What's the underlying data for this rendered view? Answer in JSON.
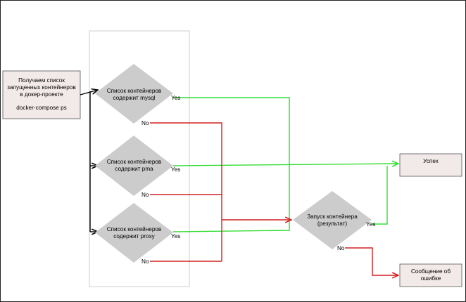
{
  "start_box": {
    "line1": "Получаем список",
    "line2": "запущенных контейнеров",
    "line3": "в докер-проекте",
    "line4": "docker-compose ps"
  },
  "decisions": [
    {
      "line1": "Список контейнеров",
      "line2": "содержит mysql"
    },
    {
      "line1": "Список контейнеров",
      "line2": "содержит pma"
    },
    {
      "line1": "Список контейнеров",
      "line2": "содержит proxy"
    }
  ],
  "launch_decision": {
    "line1": "Запуск контейнера",
    "line2": "(результат)"
  },
  "yes_label": "Yes",
  "no_label": "No",
  "success_box": "Успех",
  "error_box": {
    "line1": "Сообщение об",
    "line2": "ошибке"
  },
  "colors": {
    "node_fill": "#cccccc",
    "box_fill": "#f2e9e9",
    "yes_line": "#33dd33",
    "no_line": "#d42020",
    "flow_line": "#000000",
    "group_border": "#cccccc"
  }
}
